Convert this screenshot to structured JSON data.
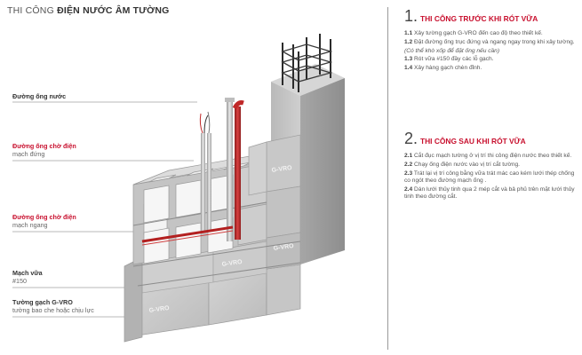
{
  "title": {
    "light": "THI CÔNG ",
    "bold": "ĐIỆN NƯỚC ÂM TƯỜNG"
  },
  "labels": [
    {
      "main": "Đường ống nước",
      "sub": "",
      "red": false
    },
    {
      "main": "Đường ống chờ điện",
      "sub": "mạch đứng",
      "red": true
    },
    {
      "main": "Đường ống chờ điện",
      "sub": "mạch ngang",
      "red": true
    },
    {
      "main": "Mạch vữa",
      "sub": "#150",
      "red": false
    },
    {
      "main": "Tường gạch G-VRO",
      "sub": "tường bao che hoặc chịu lực",
      "red": false
    }
  ],
  "brick_text": "G-VRO",
  "sections": [
    {
      "num": "1.",
      "title": "THI CÔNG TRƯỚC KHI RÓT VỮA",
      "items": [
        {
          "n": "1.1",
          "text": "Xây tường gạch G-VRO đến cao độ theo thiết kế."
        },
        {
          "n": "1.2",
          "text": "Đặt đường ống trục đứng và ngang ngay trong khi xây tường."
        },
        {
          "n": "",
          "text": "(Có thể khò xốp để đặt ống nếu cần)",
          "note": true
        },
        {
          "n": "1.3",
          "text": "Rót vữa #150 đầy các lỗ gạch."
        },
        {
          "n": "1.4",
          "text": "Xây hàng gạch chèn đỉnh."
        }
      ]
    },
    {
      "num": "2.",
      "title": "THI CÔNG SAU KHI RÓT VỮA",
      "items": [
        {
          "n": "2.1",
          "text": "Cắt đục mạch tường ở vị trí thi công điện nước theo thiết kế."
        },
        {
          "n": "2.2",
          "text": "Chạy ống điện nước vào vị trí cắt tường."
        },
        {
          "n": "2.3",
          "text": "Trát lại vị trí công bằng vữa trát mác cao kém lưới thép chống co ngót theo đường mạch ống ."
        },
        {
          "n": "2.4",
          "text": "Dán lưới thủy tinh qua 2 mép cắt và bả phủ trên mặt lưới thủy tinh theo đường cắt."
        }
      ]
    }
  ]
}
